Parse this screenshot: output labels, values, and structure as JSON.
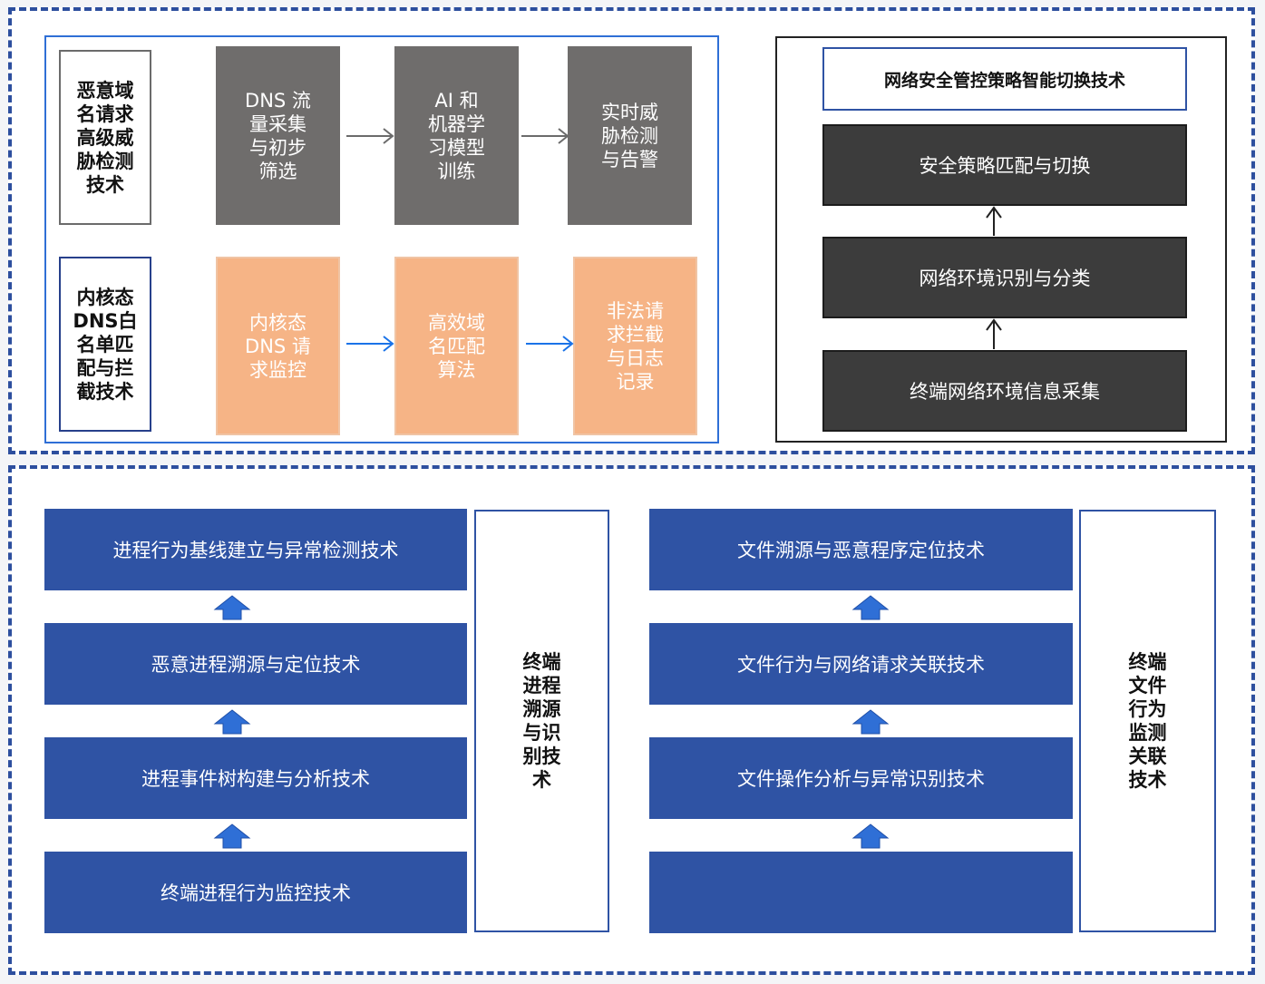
{
  "top_left": {
    "row1": {
      "label": "恶意域\n名请求\n高级威\n胁检测\n技术",
      "steps": [
        "DNS 流\n量采集\n与初步\n筛选",
        "AI 和\n机器学\n习模型\n训练",
        "实时威\n胁检测\n与告警"
      ]
    },
    "row2": {
      "label": "内核态\nDNS白\n名单匹\n配与拦\n截技术",
      "steps": [
        "内核态\nDNS 请\n求监控",
        "高效域\n名匹配\n算法",
        "非法请\n求拦截\n与日志\n记录"
      ]
    }
  },
  "top_right": {
    "title": "网络安全管控策略智能切换技术",
    "layers": [
      "安全策略匹配与切换",
      "网络环境识别与分类",
      "终端网络环境信息采集"
    ]
  },
  "bottom_left": {
    "layers": [
      "进程行为基线建立与异常检测技术",
      "恶意进程溯源与定位技术",
      "进程事件树构建与分析技术",
      "终端进程行为监控技术"
    ],
    "label": "终端\n进程\n溯源\n与识\n别技\n术"
  },
  "bottom_right": {
    "layers": [
      "文件溯源与恶意程序定位技术",
      "文件行为与网络请求关联技术",
      "文件操作分析与异常识别技术",
      ""
    ],
    "label": "终端\n文件\n行为\n监测\n关联\n技术"
  },
  "colors": {
    "dashed_border": "#2d4f9e",
    "gray_step": "#6f6d6c",
    "orange_step": "#f6b486",
    "dark_layer": "#3c3c3c",
    "blue_layer": "#2f53a4",
    "blue_arrow": "#1a73e8"
  }
}
